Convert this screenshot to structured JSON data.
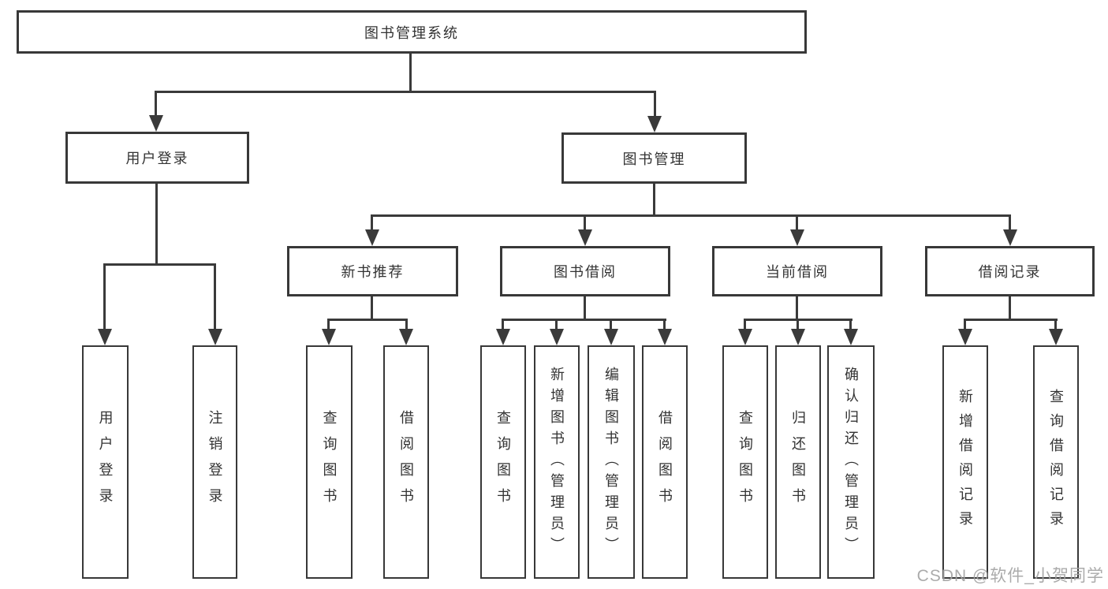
{
  "nodes": {
    "root": {
      "label": "图书管理系统"
    },
    "user_login": {
      "label": "用户登录"
    },
    "book_mgmt": {
      "label": "图书管理"
    },
    "new_book_rec": {
      "label": "新书推荐"
    },
    "book_borrow": {
      "label": "图书借阅"
    },
    "current_borrow": {
      "label": "当前借阅"
    },
    "borrow_record": {
      "label": "借阅记录"
    },
    "leaf_user_login": {
      "label": "用户登录"
    },
    "leaf_logout": {
      "label": "注销登录"
    },
    "leaf_query_book_1": {
      "label": "查询图书"
    },
    "leaf_borrow_book_1": {
      "label": "借阅图书"
    },
    "leaf_query_book_2": {
      "label": "查询图书"
    },
    "leaf_add_book": {
      "label": "新增图书（管理员）"
    },
    "leaf_edit_book": {
      "label": "编辑图书（管理员）"
    },
    "leaf_borrow_book_2": {
      "label": "借阅图书"
    },
    "leaf_query_book_3": {
      "label": "查询图书"
    },
    "leaf_return_book": {
      "label": "归还图书"
    },
    "leaf_confirm_return": {
      "label": "确认归还（管理员）"
    },
    "leaf_add_record": {
      "label": "新增借阅记录"
    },
    "leaf_query_record": {
      "label": "查询借阅记录"
    }
  },
  "watermark": {
    "text": "CSDN @软件_小贺同学"
  },
  "colors": {
    "line": "#3a3a3a",
    "border": "#383838",
    "text": "#333333",
    "box_background": "#ffffff",
    "page_background": "#ffffff",
    "watermark": "#a3a3a3"
  }
}
